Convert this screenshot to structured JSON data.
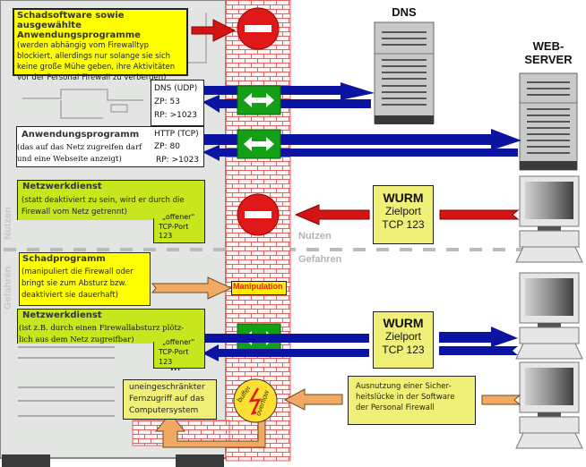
{
  "labels": {
    "dns_server": "DNS",
    "web_server_line1": "WEB-",
    "web_server_line2": "SERVER",
    "zone_benefit": "Nutzen",
    "zone_danger": "Gefahren",
    "manipulation": "Manipulation",
    "buffer": "buffer",
    "overflow": "overflow",
    "ellipsis": "..."
  },
  "boxes": {
    "malware_apps": {
      "title_line1": "Schadsoftware sowie ausgewählte",
      "title_line2": "Anwendungsprogramme",
      "body": [
        "(werden abhängig vom Firewalltyp",
        "blockiert, allerdings nur solange sie sich",
        "keine große Mühe geben, ihre Aktivitäten",
        "vor der Personal Firewall zu verbergen)"
      ]
    },
    "dns_ports": {
      "proto": "DNS (UDP)",
      "zp": "ZP: 53",
      "rp": "RP: >1023"
    },
    "application": {
      "title": "Anwendungsprogramm",
      "body": [
        "(das auf das Netz zugreifen darf",
        "und eine Webseite anzeigt)"
      ]
    },
    "http_ports": {
      "proto": "HTTP (TCP)",
      "zp": "ZP: 80",
      "rp": "RP: >1023"
    },
    "network_service_1": {
      "title": "Netzwerkdienst",
      "body": [
        "(statt deaktiviert zu sein, wird er durch die",
        "Firewall vom Netz getrennt)"
      ],
      "port": [
        "„offener\"",
        "TCP-Port",
        "123"
      ]
    },
    "malware_program": {
      "title": "Schadprogramm",
      "body": [
        "(manipuliert die Firewall oder",
        "bringt sie zum Absturz bzw.",
        "deaktiviert sie dauerhaft)"
      ]
    },
    "network_service_2": {
      "title": "Netzwerkdienst",
      "body": [
        "(ist z.B. durch einen Firewallabsturz plötz-",
        "lich aus dem Netz zugreifbar)"
      ],
      "port": [
        "„offener\"",
        "TCP-Port",
        "123"
      ]
    },
    "remote_access": {
      "lines": [
        "uneingeschränkter",
        "Fernzugriff auf das",
        "Computersystem"
      ]
    },
    "worm_1": {
      "title": "WURM",
      "line1": "Zielport",
      "line2": "TCP 123"
    },
    "worm_2": {
      "title": "WURM",
      "line1": "Zielport",
      "line2": "TCP 123"
    },
    "exploit": {
      "lines": [
        "Ausnutzung einer Sicher-",
        "heitslücke in der Software",
        "der Personal Firewall"
      ]
    }
  },
  "colors": {
    "yellow": "#ffff00",
    "lime": "#c8e61e",
    "pale_yellow": "#f0f078",
    "arrow_blue": "#0a14a0",
    "arrow_red": "#d21414",
    "arrow_orange": "#f0aa64",
    "firewall_brick": "#e05050",
    "pass_green": "#14a014"
  }
}
